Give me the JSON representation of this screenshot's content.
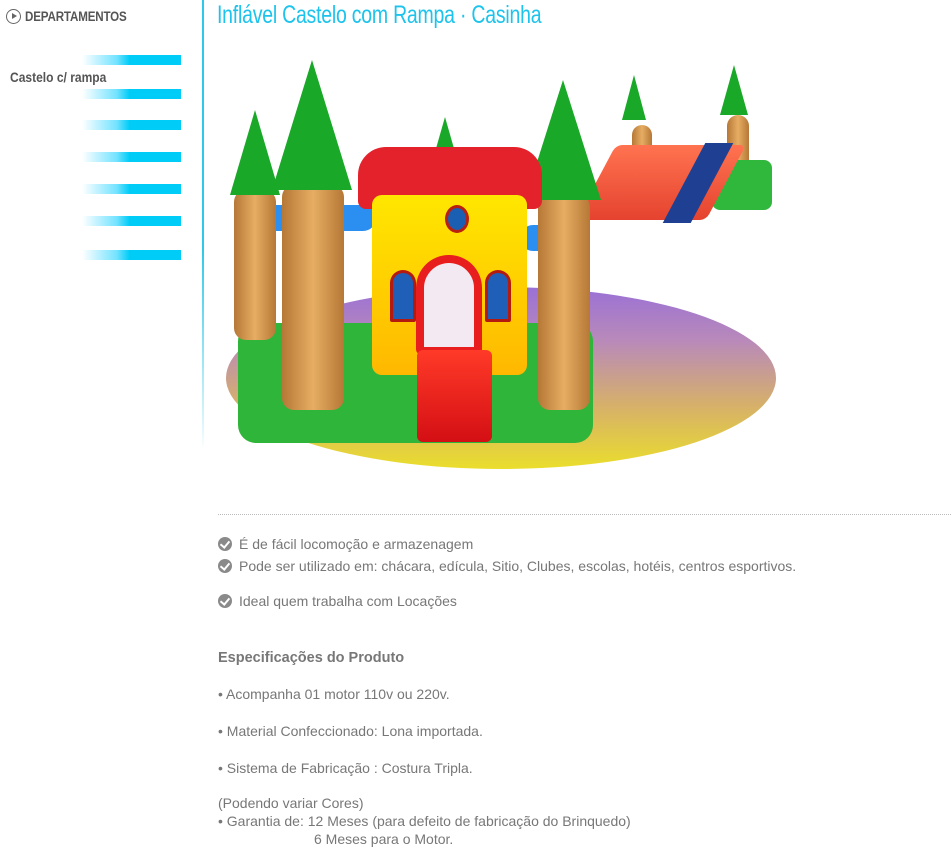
{
  "sidebar": {
    "header_label": "DEPARTAMENTOS",
    "header_icon": "play-circle-icon",
    "accent_color": "#00ccf8",
    "items": [
      {
        "label": "Castelo c/ rampa"
      },
      {
        "label": ""
      },
      {
        "label": ""
      },
      {
        "label": ""
      },
      {
        "label": ""
      },
      {
        "label": ""
      }
    ]
  },
  "page": {
    "title": "Inflável Castelo com Rampa · Casinha",
    "title_color": "#1cc3ec"
  },
  "product_image": {
    "alt": "Inflável castelo com casinha e rampa vermelha, com segunda vista mostrando escorregador"
  },
  "features": [
    {
      "icon": "check-circle-icon",
      "text": "É de fácil locomoção e armazenagem"
    },
    {
      "icon": "check-circle-icon",
      "text": "Pode ser utilizado em: chácara, edícula, Sitio, Clubes, escolas, hotéis, centros esportivos."
    },
    {
      "icon": "check-circle-icon",
      "text": "Ideal quem trabalha com Locações"
    }
  ],
  "specs": {
    "title": "Especificações do Produto",
    "lines": [
      "• Acompanha 01 motor 110v ou 220v.",
      "• Material Confeccionado: Lona importada.",
      "• Sistema de Fabricação : Costura Tripla.",
      "(Podendo variar Cores)",
      "• Garantia de: 12 Meses (para defeito de fabricação do Brinquedo)",
      "6 Meses para o Motor."
    ]
  }
}
